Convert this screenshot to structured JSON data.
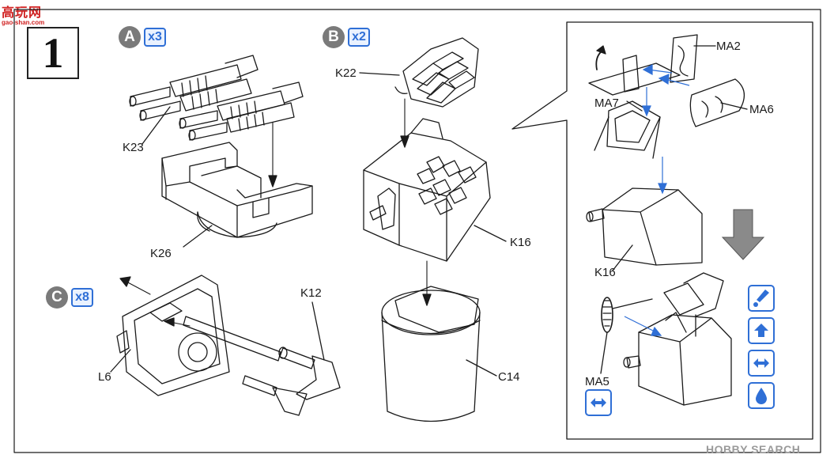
{
  "watermark_top": {
    "logo_text": "高玩网",
    "url": "gao-shan.com"
  },
  "watermark_bottom": "HOBBY SEARCH",
  "step": {
    "number": "1"
  },
  "callouts": {
    "a": {
      "letter": "A",
      "qty": "x3"
    },
    "b": {
      "letter": "B",
      "qty": "x2"
    },
    "c": {
      "letter": "C",
      "qty": "x8"
    }
  },
  "labels": {
    "k23": "K23",
    "k26": "K26",
    "k22": "K22",
    "k16_main": "K16",
    "c14": "C14",
    "k12": "K12",
    "l6": "L6",
    "ma2": "MA2",
    "ma7": "MA7",
    "ma6": "MA6",
    "k16_detail": "K16",
    "ma5": "MA5"
  },
  "symbols": [
    "paint-icon",
    "raise-icon",
    "rotate-icon",
    "glue-icon",
    "rotate-small-icon"
  ],
  "colors": {
    "accent_blue": "#2f6fd6",
    "line": "#1a1a1a",
    "callout_gray": "#7a7a7a"
  }
}
